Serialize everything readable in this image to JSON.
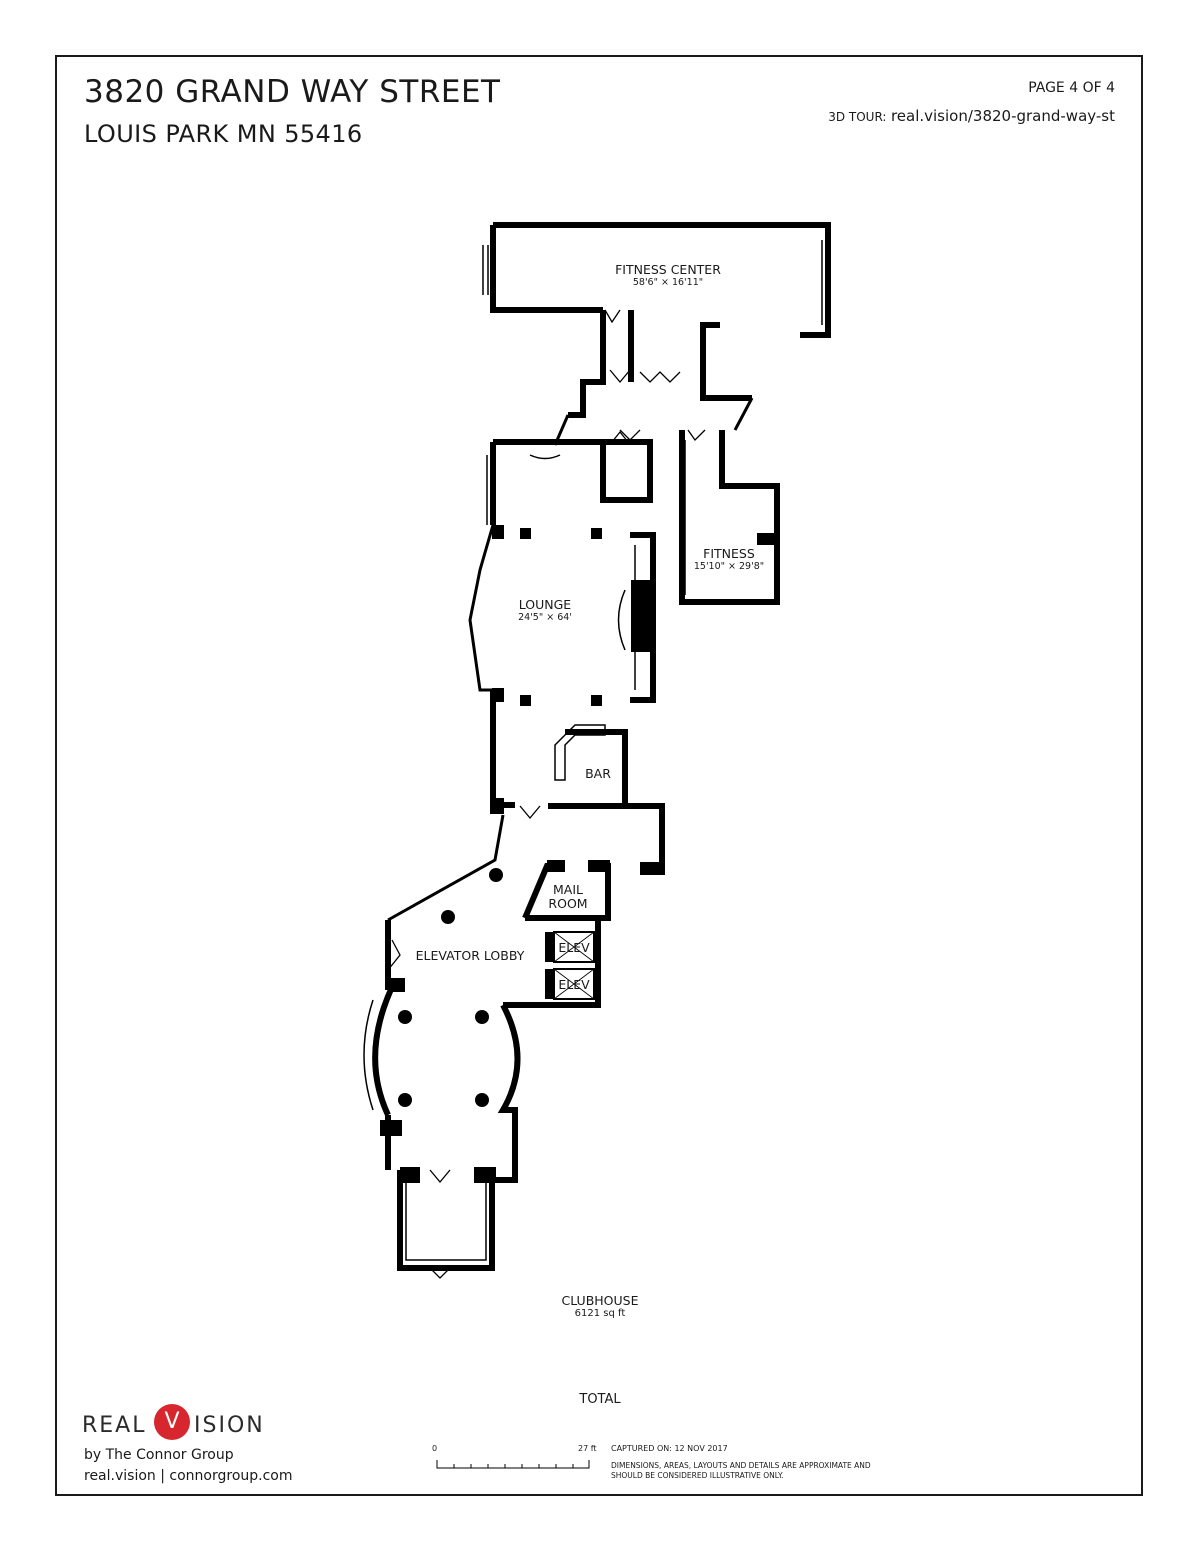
{
  "header": {
    "address": "3820 GRAND WAY STREET",
    "city_line": "LOUIS PARK MN 55416",
    "page": "PAGE 4 OF 4",
    "tour_label": "3D TOUR:",
    "tour_url": "real.vision/3820-grand-way-st"
  },
  "rooms": {
    "fitness_center": {
      "name": "FITNESS CENTER",
      "dims": "58'6\" × 16'11\""
    },
    "fitness": {
      "name": "FITNESS",
      "dims": "15'10\" × 29'8\""
    },
    "lounge": {
      "name": "LOUNGE",
      "dims": "24'5\" × 64'"
    },
    "bar": {
      "name": "BAR"
    },
    "mail_room": {
      "line1": "MAIL",
      "line2": "ROOM"
    },
    "elev_1": {
      "name": "ELEV"
    },
    "elev_2": {
      "name": "ELEV"
    },
    "elevator_lobby": {
      "name": "ELEVATOR LOBBY"
    }
  },
  "building": {
    "name": "CLUBHOUSE",
    "area": "6121 sq ft"
  },
  "total_label": "TOTAL",
  "logo": {
    "left": "REAL",
    "v": "V",
    "right": "ISION"
  },
  "footer": {
    "by_line": "by The Connor Group",
    "links": "real.vision | connorgroup.com",
    "scale_start": "0",
    "scale_end": "27 ft",
    "captured": "CAPTURED ON: 12 NOV 2017",
    "disclaimer": "DIMENSIONS, AREAS, LAYOUTS AND DETAILS ARE APPROXIMATE AND SHOULD BE CONSIDERED ILLUSTRATIVE ONLY."
  },
  "colors": {
    "wall": "#000000",
    "ink": "#1a1a1a",
    "brand_red": "#d8262f"
  }
}
